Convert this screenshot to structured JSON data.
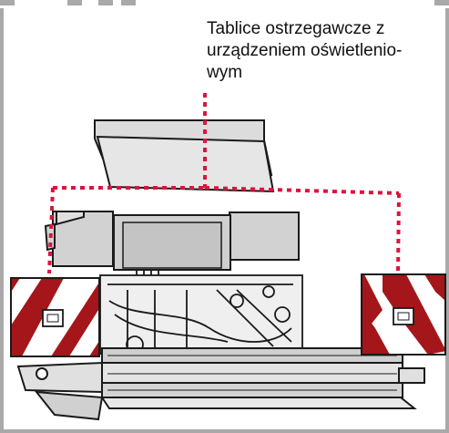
{
  "callout": {
    "line1": "Tablice ostrzegawcze z",
    "line2": "urządzeniem oświetlenio-",
    "line3": "wym"
  },
  "icons": [
    "warning-panel-left",
    "warning-panel-right",
    "harvester-machine"
  ],
  "colors": {
    "frame": "#a9a9a9",
    "leader": "#dc143c",
    "stripe_red": "#a4161a",
    "stripe_white": "#ffffff",
    "machine_fill": "#dcdcdc",
    "machine_stroke": "#1a1a1a"
  }
}
